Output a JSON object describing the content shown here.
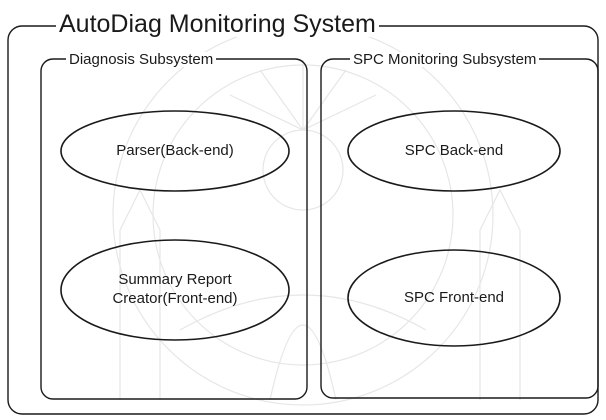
{
  "system": {
    "title": "AutoDiag Monitoring System"
  },
  "subsystems": [
    {
      "title": "Diagnosis Subsystem",
      "components": [
        {
          "label": "Parser(Back-end)"
        },
        {
          "label": "Summary Report Creator(Front-end)",
          "lines": [
            "Summary Report",
            "Creator(Front-end)"
          ]
        }
      ]
    },
    {
      "title": "SPC Monitoring Subsystem",
      "components": [
        {
          "label": "SPC Back-end"
        },
        {
          "label": "SPC Front-end"
        }
      ]
    }
  ],
  "colors": {
    "line": "#1a1a1a",
    "background": "#ffffff",
    "watermark": "#7a7a7a"
  }
}
